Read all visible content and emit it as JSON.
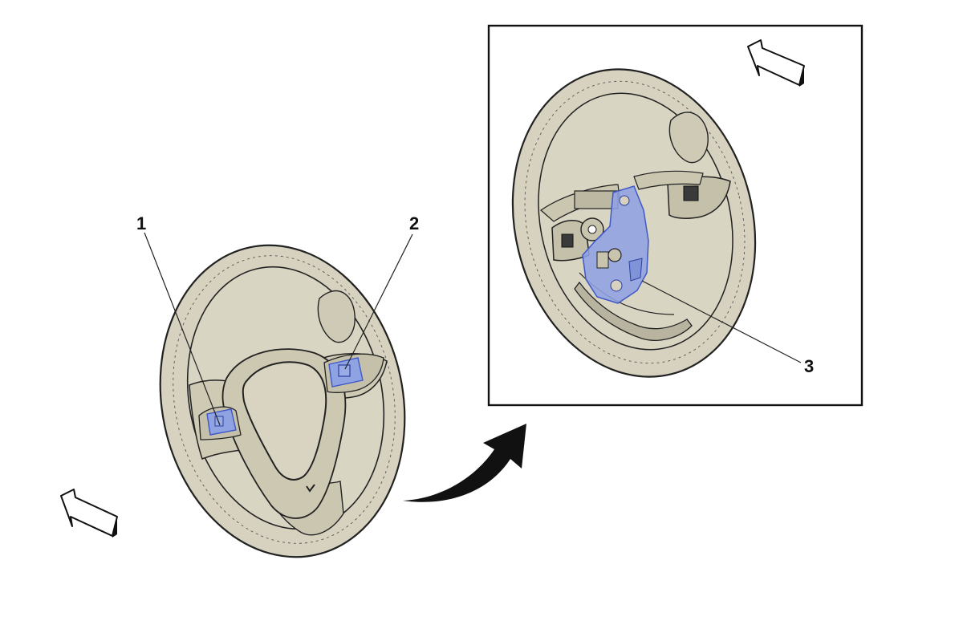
{
  "callouts": [
    {
      "id": "1",
      "label": "1"
    },
    {
      "id": "2",
      "label": "2"
    },
    {
      "id": "3",
      "label": "3"
    }
  ],
  "colors": {
    "wheel_fill": "#d6d2bf",
    "wheel_shadow": "#bdb8a2",
    "outline": "#222222",
    "highlight_fill": "#8fa2e2",
    "highlight_stroke": "#3f58c8",
    "arrow": "#111111",
    "background": "#ffffff"
  },
  "icons": {
    "view_arrow": "direction-arrow-icon",
    "transition_arrow": "curved-arrow-icon"
  }
}
